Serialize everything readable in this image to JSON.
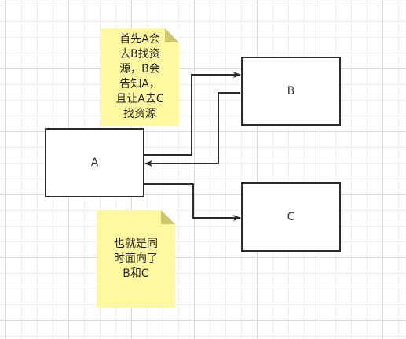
{
  "nodes": {
    "a": {
      "label": "A"
    },
    "b": {
      "label": "B"
    },
    "c": {
      "label": "C"
    }
  },
  "notes": {
    "top": "首先A会\n去B找资\n源，B会\n告知A，\n且让A去C\n找资源",
    "bottom": "也就是同\n时面向了\nB和C"
  }
}
